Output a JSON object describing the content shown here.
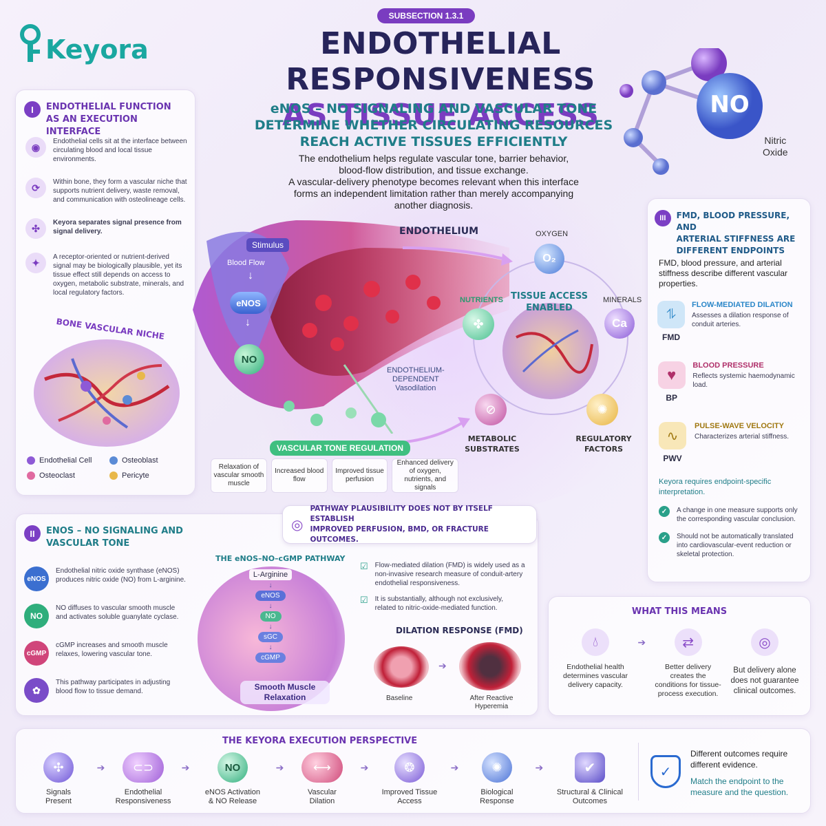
{
  "brand": {
    "logo": "Keyora",
    "color": "#1aa7a0"
  },
  "header": {
    "subsection": "SUBSECTION 1.3.1",
    "title_1": "ENDOTHELIAL RESPONSIVENESS",
    "title_2": "AS TISSUE ACCESS",
    "subtitle_1": "eNOS – NO SIGNALING AND VASCULAR TONE",
    "subtitle_2": "DETERMINE WHETHER CIRCULATING RESOURCES",
    "subtitle_3": "REACH ACTIVE TISSUES EFFICIENTLY",
    "intro_1": "The endothelium helps regulate vascular tone, barrier behavior,",
    "intro_2": "blood-flow distribution, and tissue exchange.",
    "intro_3": "A vascular-delivery phenotype becomes relevant when this interface",
    "intro_4": "forms an independent limitation rather than merely accompanying",
    "intro_5": "another diagnosis."
  },
  "molecule": {
    "symbol": "NO",
    "label_1": "Nitric",
    "label_2": "Oxide"
  },
  "section1": {
    "num": "I",
    "title_1": "ENDOTHELIAL FUNCTION",
    "title_2": "AS AN EXECUTION INTERFACE",
    "items": [
      {
        "text": "Endothelial cells sit at the interface between circulating blood and local tissue environments."
      },
      {
        "text": "Within bone, they form a vascular niche that supports nutrient delivery, waste removal, and communication with osteolineage cells."
      },
      {
        "text": "Keyora separates signal presence from signal delivery."
      },
      {
        "text": "A receptor-oriented or nutrient-derived signal may be biologically plausible, yet its tissue effect still depends on access to oxygen, metabolic substrate, minerals, and local regulatory factors."
      }
    ],
    "niche_title": "BONE VASCULAR NICHE",
    "legend": [
      {
        "label": "Endothelial Cell",
        "color": "#8e5ad6"
      },
      {
        "label": "Osteoblast",
        "color": "#5b8bd6"
      },
      {
        "label": "Osteoclast",
        "color": "#e06aa0"
      },
      {
        "label": "Pericyte",
        "color": "#e8b84a"
      }
    ]
  },
  "center": {
    "endothelium": "ENDOTHELIUM",
    "stimulus": "Stimulus",
    "flow": "Blood Flow",
    "enos": "eNOS",
    "no": "NO",
    "dependent_1": "ENDOTHELIUM-",
    "dependent_2": "DEPENDENT",
    "dependent_3": "Vasodilation",
    "tone_title": "VASCULAR TONE REGULATION",
    "tone_items": [
      "Relaxation of vascular smooth muscle",
      "Increased blood flow",
      "Improved tissue perfusion",
      "Enhanced delivery of oxygen, nutrients, and signals"
    ],
    "oxygen": "OXYGEN",
    "o2": "O₂",
    "nutrients": "NUTRIENTS",
    "minerals": "MINERALS",
    "ca": "Ca",
    "access_1": "TISSUE ACCESS",
    "access_2": "ENABLED",
    "metabolic_1": "METABOLIC",
    "metabolic_2": "SUBSTRATES",
    "regulatory_1": "REGULATORY",
    "regulatory_2": "FACTORS"
  },
  "section3": {
    "num": "III",
    "title_1": "FMD, BLOOD PRESSURE, AND",
    "title_2": "ARTERIAL STIFFNESS ARE",
    "title_3": "DIFFERENT ENDPOINTS",
    "intro": "FMD, blood pressure, and arterial stiffness describe different vascular properties.",
    "endpoints": [
      {
        "abbr": "FMD",
        "name": "FLOW-MEDIATED DILATION",
        "desc": "Assesses a dilation response of conduit arteries.",
        "color": "#2a86c8",
        "bg": "#cfe6f8"
      },
      {
        "abbr": "BP",
        "name": "BLOOD PRESSURE",
        "desc": "Reflects systemic haemodynamic load.",
        "color": "#b0306a",
        "bg": "#f7d2e4"
      },
      {
        "abbr": "PWV",
        "name": "PULSE-WAVE VELOCITY",
        "desc": "Characterizes arterial stiffness.",
        "color": "#a07810",
        "bg": "#f8e7b8"
      }
    ],
    "requires": "Keyora requires endpoint-specific interpretation.",
    "checks": [
      "A change in one measure supports only the corresponding vascular conclusion.",
      "Should not be automatically translated into cardiovascular-event reduction or skeletal protection."
    ]
  },
  "section2": {
    "num": "II",
    "title_1": "eNOS – NO SIGNALING AND",
    "title_2": "VASCULAR TONE",
    "items": [
      {
        "icon": "eNOS",
        "text": "Endothelial nitric oxide synthase (eNOS) produces nitric oxide (NO) from L-arginine.",
        "color": "#3b6fd0"
      },
      {
        "icon": "NO",
        "text": "NO diffuses to vascular smooth muscle and activates soluble guanylate cyclase.",
        "color": "#2fae7c"
      },
      {
        "icon": "cGMP",
        "text": "cGMP increases and smooth muscle relaxes, lowering vascular tone.",
        "color": "#d0457a"
      },
      {
        "icon": "✿",
        "text": "This pathway participates in adjusting blood flow to tissue demand.",
        "color": "#7a4cc8"
      }
    ],
    "pathway_title": "THE eNOS–NO–cGMP PATHWAY",
    "steps": [
      "L-Arginine",
      "eNOS",
      "NO",
      "sGC",
      "cGMP"
    ],
    "relax_1": "Smooth Muscle",
    "relax_2": "Relaxation"
  },
  "callout": {
    "line_1": "PATHWAY PLAUSIBILITY DOES NOT BY ITSELF ESTABLISH",
    "line_2": "IMPROVED PERFUSION, BMD, OR FRACTURE OUTCOMES."
  },
  "fmd": {
    "points": [
      "Flow-mediated dilation (FMD) is widely used as a non-invasive research measure of conduit-artery endothelial responsiveness.",
      "It is substantially, although not exclusively, related to nitric-oxide-mediated function."
    ],
    "title": "DILATION RESPONSE (FMD)",
    "baseline": "Baseline",
    "after_1": "After Reactive",
    "after_2": "Hyperemia"
  },
  "means": {
    "title": "WHAT THIS MEANS",
    "items": [
      "Endothelial health determines vascular delivery capacity.",
      "Better delivery creates the conditions for tissue-process execution.",
      "But delivery alone does not guarantee clinical outcomes."
    ]
  },
  "perspective": {
    "title": "THE KEYORA EXECUTION PERSPECTIVE",
    "steps": [
      {
        "l1": "Signals",
        "l2": "Present",
        "color": "#6f56d6"
      },
      {
        "l1": "Endothelial",
        "l2": "Responsiveness",
        "color": "#a060d8"
      },
      {
        "l1": "eNOS Activation",
        "l2": "& NO Release",
        "color": "#2fae7c"
      },
      {
        "l1": "Vascular",
        "l2": "Dilation",
        "color": "#d04a7a"
      },
      {
        "l1": "Improved Tissue",
        "l2": "Access",
        "color": "#7a5ad6"
      },
      {
        "l1": "Biological",
        "l2": "Response",
        "color": "#4a72d6"
      },
      {
        "l1": "Structural & Clinical",
        "l2": "Outcomes",
        "color": "#5a4cc8"
      }
    ],
    "note_1": "Different outcomes require",
    "note_2": "different evidence.",
    "note_3": "Match the endpoint to the",
    "note_4": "measure and the question.",
    "no": "NO"
  }
}
